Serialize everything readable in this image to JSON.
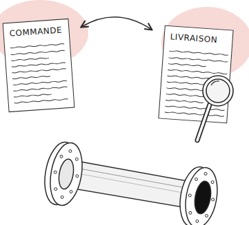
{
  "diagram": {
    "nodes": [
      {
        "text": [
          "COMMANDE"
        ]
      },
      {
        "text": [
          "LIVRAISON"
        ]
      }
    ],
    "edges": [
      {
        "from": 0,
        "to": 1,
        "arrow": "both"
      }
    ]
  }
}
